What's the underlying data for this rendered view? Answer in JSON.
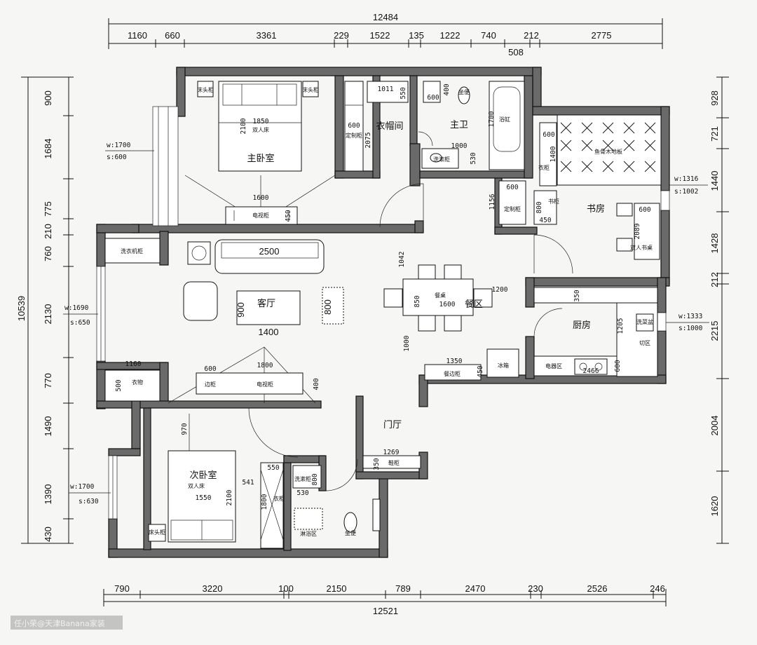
{
  "totals": {
    "top": "12484",
    "bottom": "12521",
    "left": "10539"
  },
  "top_dims": [
    "1160",
    "660",
    "3361",
    "229",
    "1522",
    "135",
    "1222",
    "740",
    "212",
    "2775"
  ],
  "top_sub": "508",
  "bottom_dims": [
    "790",
    "3220",
    "100",
    "2150",
    "789",
    "2470",
    "230",
    "2526",
    "246"
  ],
  "left_dims": [
    "900",
    "1684",
    "775",
    "210",
    "760",
    "2130",
    "770",
    "1490",
    "1390",
    "430"
  ],
  "right_dims": [
    "928",
    "721",
    "1440",
    "1428",
    "212",
    "2215",
    "2004",
    "1620"
  ],
  "rooms": {
    "master_bedroom": "主卧室",
    "wardrobe": "衣帽间",
    "master_bath": "主卫",
    "study": "书房",
    "living": "客厅",
    "dining": "餐区",
    "kitchen": "厨房",
    "foyer": "门厅",
    "second_bedroom": "次卧室"
  },
  "labels": {
    "double_bed": "双人床",
    "tv_cabinet": "电视柜",
    "washer_cabinet": "洗衣机柜",
    "bathtub": "浴缸",
    "toilet": "坐便",
    "vanity": "洗漱柜",
    "custom_cabinet": "定制柜",
    "wardrobe_cabinet": "衣柜",
    "bookcase": "书柜",
    "double_desk": "双人书桌",
    "tiles": "鱼骨木地板",
    "fridge": "冰箱",
    "stove_zone": "电器区",
    "cut_zone": "切区",
    "sink": "洗菜盆",
    "sideboard": "餐边柜",
    "shoe_cabinet": "鞋柜",
    "bath_zone": "淋浴区",
    "dining_table": "餐桌",
    "side_cabinet": "边柜",
    "nightstand": "床头柜",
    "clothes": "衣物"
  },
  "windows": {
    "w1": {
      "w": "w:1700",
      "s": "s:600"
    },
    "w2": {
      "w": "w:1690",
      "s": "s:650"
    },
    "w3": {
      "w": "w:1700",
      "s": "s:630"
    },
    "w4": {
      "w": "w:1316",
      "s": "s:1002"
    },
    "w5": {
      "w": "w:1333",
      "s": "s:1000"
    }
  },
  "inner_dims": {
    "bed1_w": "1850",
    "bed1_h": "2100",
    "tv1": "1600",
    "tv1_d": "450",
    "ward1": "600",
    "ward1_h": "2075",
    "ward2": "1011",
    "ward2_d": "550",
    "bath_a": "600",
    "bath_b": "400",
    "bath_tub": "1700",
    "bath_v": "1000",
    "bath_v2": "530",
    "study1": "600",
    "study2": "1400",
    "study3": "600",
    "study4": "800",
    "study5": "450",
    "study6": "1156",
    "study_desk": "600",
    "study_desk_h": "2089",
    "sofa": "2500",
    "table_h": "900",
    "table_w": "1400",
    "rug": "800",
    "tv2": "1800",
    "tv2_a": "600",
    "tv2_d": "400",
    "washer_w": "1160",
    "washer_d": "500",
    "dining_v": "1042",
    "dining_t": "1600",
    "dining_850": "850",
    "dining_1200": "1200",
    "dining_1000": "1000",
    "kitchen_350": "350",
    "kitchen_1205": "1205",
    "kitchen_600": "600",
    "kitchen_2466": "2466",
    "side_1350": "1350",
    "side_450": "450",
    "shoe_1269": "1269",
    "shoe_350": "350",
    "bed2_970": "970",
    "bed2_w": "1550",
    "bed2_h": "2100",
    "bed2_541": "541",
    "ward3_550": "550",
    "ward3_1800": "1800",
    "bath2_800": "800",
    "bath2_530": "530"
  },
  "watermark": "任小荣@天津Banana家装"
}
